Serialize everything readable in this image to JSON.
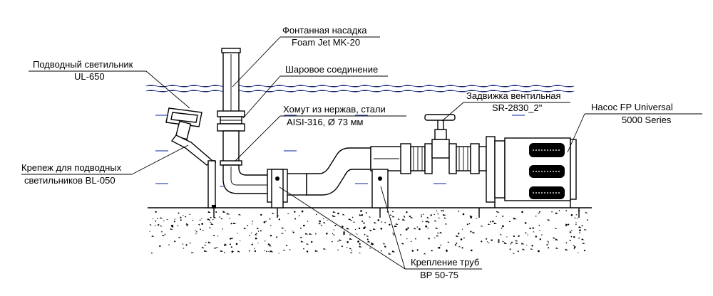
{
  "labels": {
    "fountain_nozzle": {
      "line1": "Фонтанная насадка",
      "line2": "Foam Jet MK-20"
    },
    "underwater_light": {
      "line1": "Подводный светильник",
      "line2": "UL-650"
    },
    "ball_joint": {
      "line1": "Шаровое соединение"
    },
    "clamp": {
      "line1": "Хомут из нержав, стали",
      "line2": "AISI-316, Ø 73 мм"
    },
    "gate_valve": {
      "line1": "Задвижка вентильная",
      "line2": "SR-2830_2\""
    },
    "pump": {
      "line1": "Насос FP Universal",
      "line2": "5000 Series"
    },
    "light_mount": {
      "line1": "Крепеж для подводных",
      "line2": "светильников BL-050"
    },
    "pipe_mount": {
      "line1": "Крепление труб",
      "line2": "BP 50-75"
    }
  },
  "colors": {
    "water": "#3a4fb0",
    "lines": "#000000",
    "background": "#ffffff"
  }
}
